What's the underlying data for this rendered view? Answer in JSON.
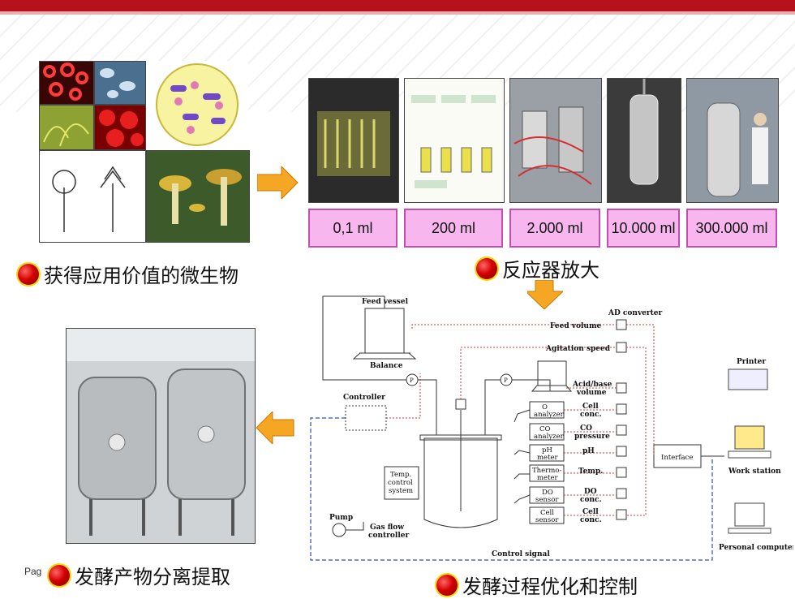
{
  "captions": {
    "microbe": "获得应用价值的微生物",
    "scaleup": "反应器放大",
    "separation": "发酵产物分离提取",
    "control": "发酵过程优化和控制"
  },
  "page_label": "Pag",
  "volumes": [
    "0,1 ml",
    "200 ml",
    "2.000 ml",
    "10.000 ml",
    "300.000 ml"
  ],
  "diagram": {
    "feed_vessel": "Feed vessel",
    "balance": "Balance",
    "ad_converter": "AD converter",
    "feed_volume": "Feed volume",
    "agitation_speed": "Agitation speed",
    "acid_base_1": "Acid/base",
    "acid_base_2": "volume",
    "controller": "Controller",
    "cell_conc_1": "Cell",
    "cell_conc_2": "conc.",
    "o2_analyzer_1": "O",
    "o2_analyzer_2": "analyzer",
    "co2_analyzer_1": "CO",
    "co2_analyzer_2": "analyzer",
    "co2_pressure_1": "CO",
    "co2_pressure_2": "pressure",
    "ph_meter_1": "pH",
    "ph_meter_2": "meter",
    "ph_label": "pH",
    "thermo_1": "Thermo-",
    "thermo_2": "meter",
    "temp_label": "Temp.",
    "temp_control_1": "Temp.",
    "temp_control_2": "control",
    "temp_control_3": "system",
    "do_sensor_1": "DO",
    "do_sensor_2": "sensor",
    "do_conc_1": "DO",
    "do_conc_2": "conc.",
    "cell_sensor_1": "Cell",
    "cell_sensor_2": "sensor",
    "cell_conc2_1": "Cell",
    "cell_conc2_2": "conc.",
    "interface": "Interface",
    "printer": "Printer",
    "work_station": "Work station",
    "personal_computer": "Personal computer",
    "pump": "Pump",
    "gas_flow_1": "Gas flow",
    "gas_flow_2": "controller",
    "control_signal": "Control signal",
    "p": "P"
  },
  "colors": {
    "accent_red": "#b5121b",
    "arrow_orange": "#f5a623",
    "volume_fill": "#f7b6ee",
    "volume_border": "#c04fb0"
  }
}
